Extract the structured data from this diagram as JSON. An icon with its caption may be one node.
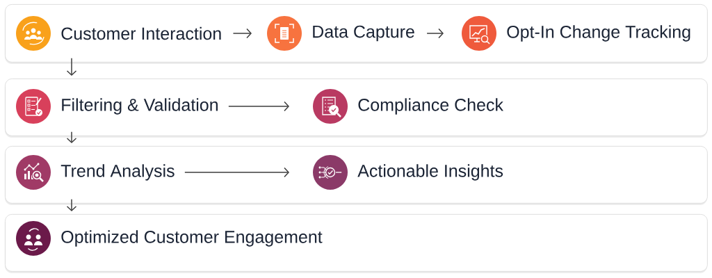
{
  "diagram": {
    "nodes": [
      {
        "text": [],
        "shape": "box"
      },
      {
        "text": [
          "Customer Interaction"
        ],
        "in": 0
      },
      {
        "text": [
          "Data Capture"
        ],
        "in": 0
      },
      {
        "text": [
          "Opt-In Change Tracking"
        ],
        "in": 0
      },
      {
        "text": [],
        "shape": "box"
      },
      {
        "text": [
          "Filtering & Validation"
        ],
        "in": 4
      },
      {
        "text": [
          "Compliance Check"
        ],
        "in": 4
      },
      {
        "text": [],
        "shape": "box"
      },
      {
        "text": [
          "Trend Analysis"
        ],
        "in": 7
      },
      {
        "text": [
          "Actionable Insights"
        ],
        "in": 7
      },
      {
        "text": [],
        "shape": "box"
      },
      {
        "text": [
          "Optimized Customer Engagement"
        ],
        "in": 10
      }
    ],
    "edges": [
      {
        "from": 1,
        "to": 2,
        "arrow": "to"
      },
      {
        "from": 2,
        "to": 3,
        "arrow": "to"
      },
      {
        "from": 0,
        "to": 4,
        "arrow": "to"
      },
      {
        "from": 5,
        "to": 6,
        "arrow": "to"
      },
      {
        "from": 4,
        "to": 7,
        "arrow": "to"
      },
      {
        "from": 8,
        "to": 9,
        "arrow": "to"
      },
      {
        "from": 7,
        "to": 10,
        "arrow": "to"
      }
    ]
  }
}
